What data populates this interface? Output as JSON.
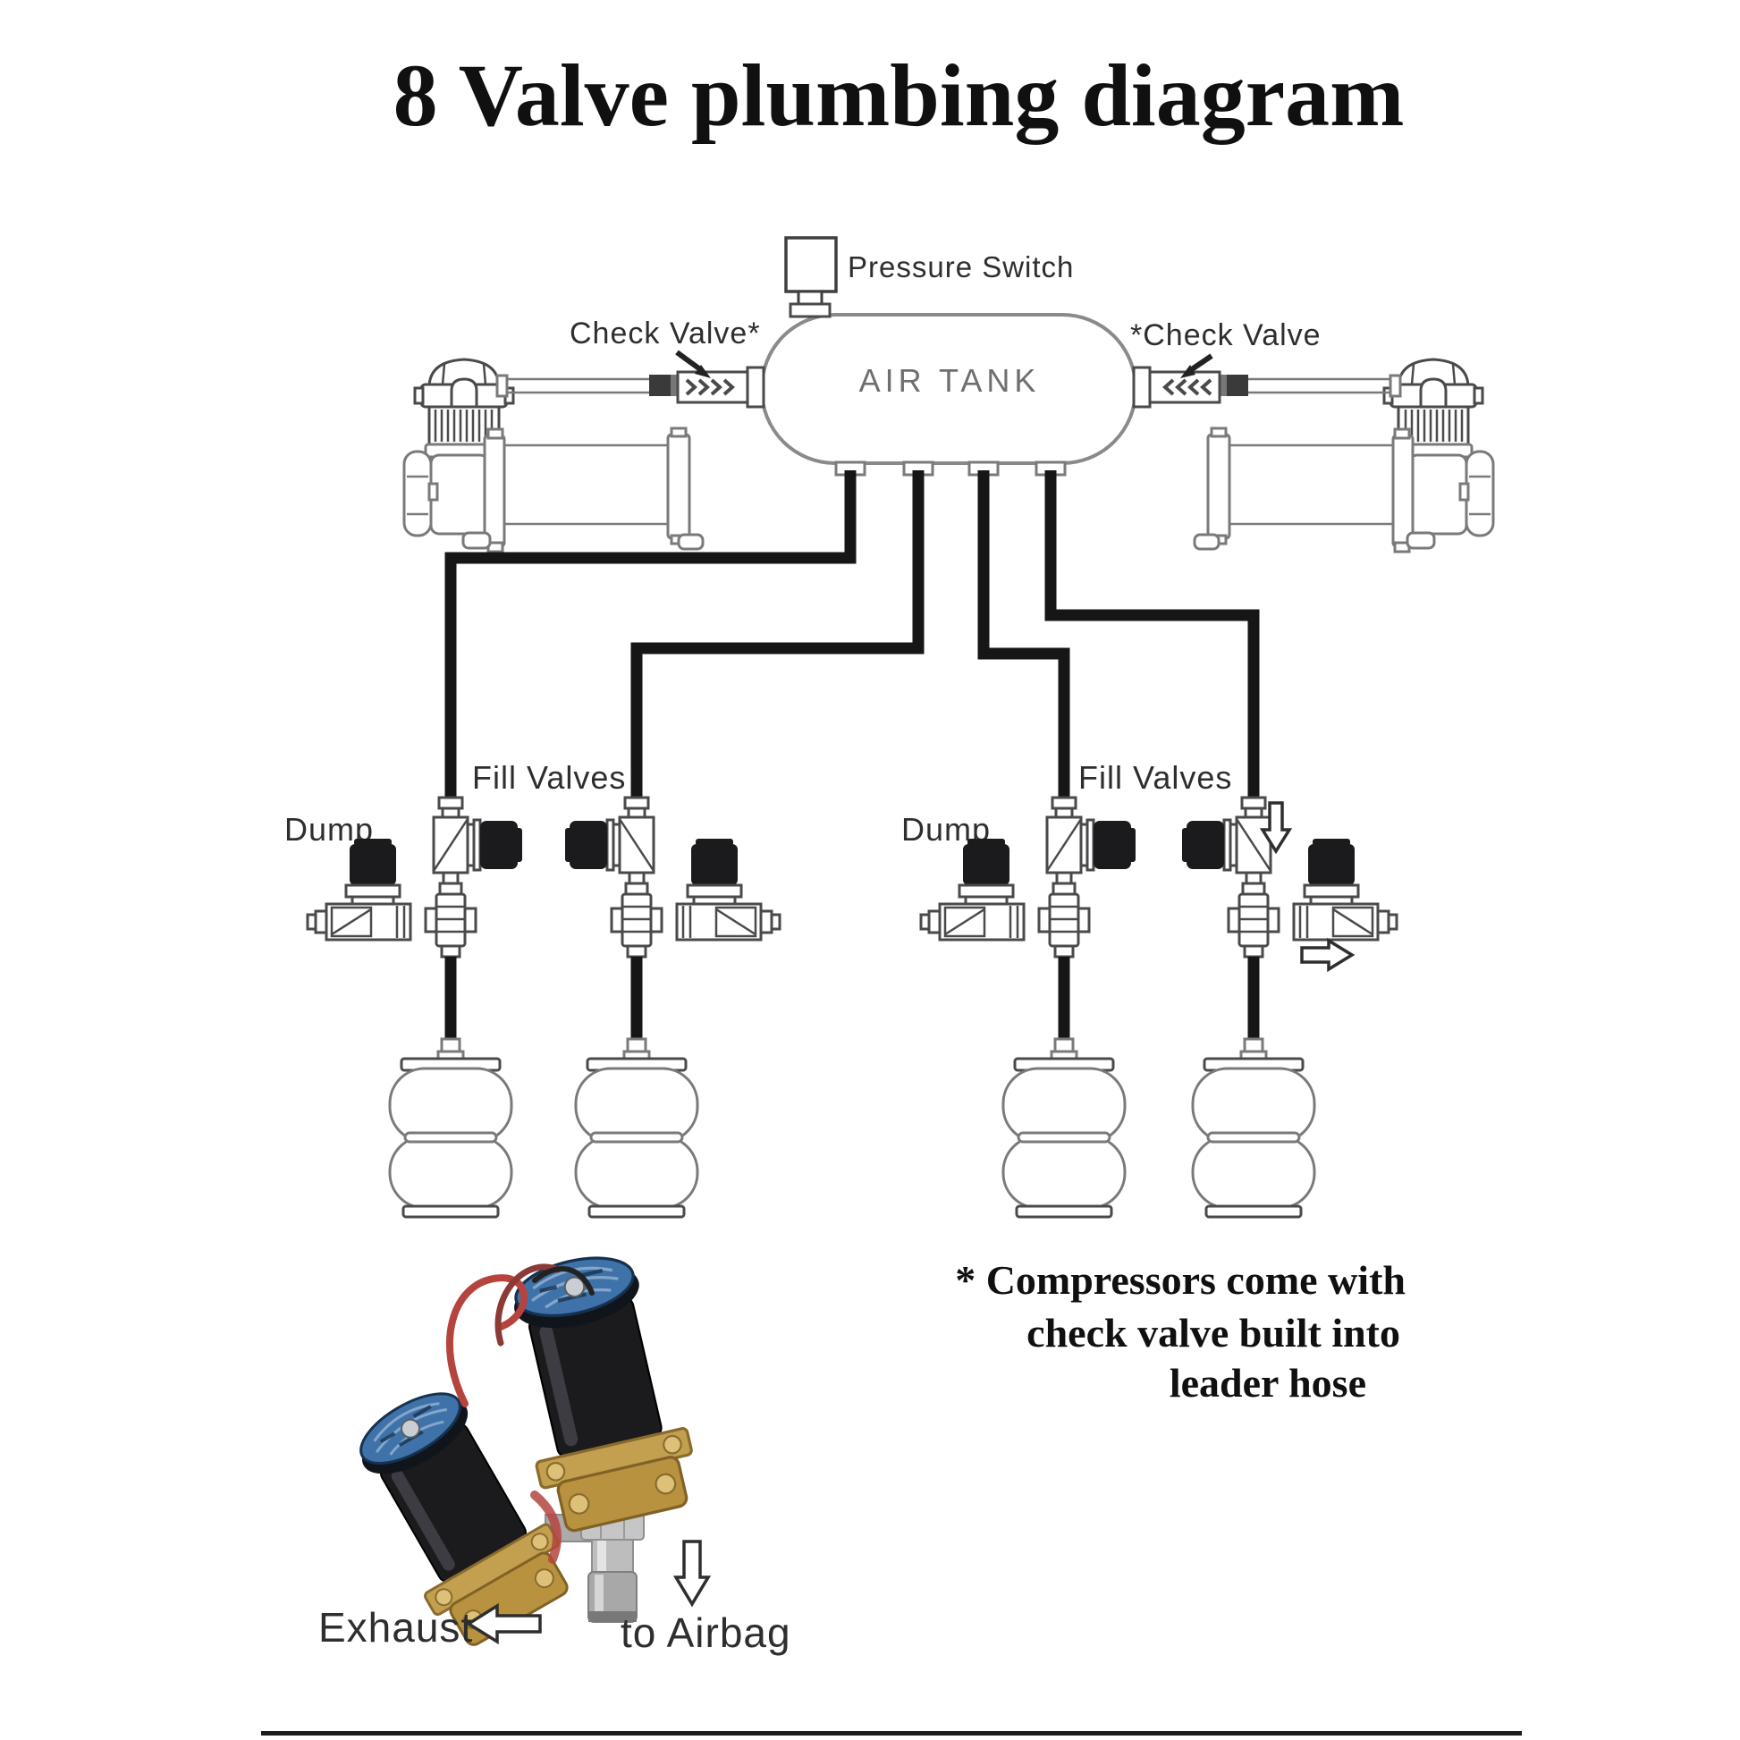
{
  "title": "8 Valve plumbing diagram",
  "labels": {
    "pressure_switch": "Pressure Switch",
    "check_valve_left": "Check Valve*",
    "check_valve_right": "*Check Valve",
    "air_tank": "AIR TANK",
    "fill_valves": "Fill Valves",
    "dump": "Dump",
    "exhaust": "Exhaust",
    "to_airbag": "to Airbag"
  },
  "note_lines": [
    "* Compressors come with",
    "check valve built into",
    "leader hose"
  ],
  "colors": {
    "ink": "#101010",
    "label": "#2e2e2e",
    "art": "#7a7a7a",
    "art-dark": "#4a4a4a",
    "tube": "#161616",
    "tank-label": "#6f6f6f",
    "coil": "#1b1b1d",
    "blue-cap": "#3f72a8",
    "blue-cap-dark": "#16324f",
    "brass": "#c3a04f",
    "brass-dark": "#8a6b2e",
    "brass-light": "#ddc178",
    "chrome": "#bdbdbd",
    "chrome-dark": "#8f8f8f",
    "wire-red": "#b5443f"
  }
}
